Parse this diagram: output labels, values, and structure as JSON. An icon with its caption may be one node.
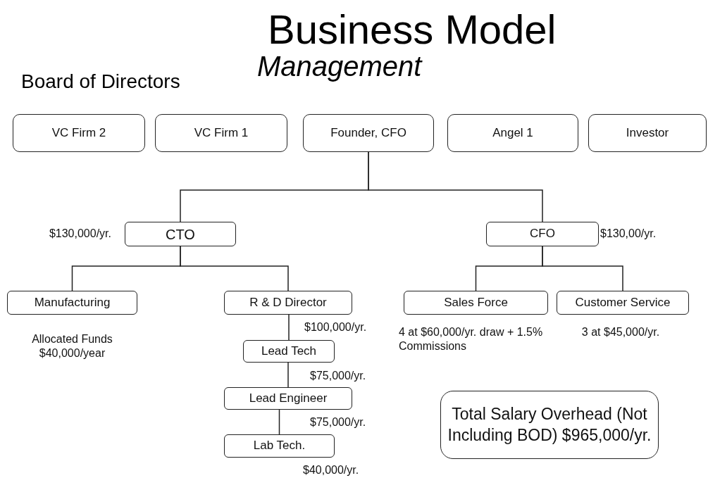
{
  "diagram": {
    "title": "Business Model",
    "nodes": [
      {
        "text": [
          "VC Firm 2"
        ]
      },
      {
        "text": [
          "VC Firm 1"
        ]
      },
      {
        "text": [
          "Founder, CFO"
        ]
      },
      {
        "text": [
          "Angel 1"
        ]
      },
      {
        "text": [
          "Investor"
        ]
      },
      {
        "text": [
          "CTO"
        ],
        "beside": [
          "$130,000/yr."
        ]
      },
      {
        "text": [
          "CFO"
        ],
        "beside": [
          "$130,00/yr."
        ]
      },
      {
        "text": [
          "Manufacturing"
        ],
        "beside": [
          "Allocated Funds $40,000/year"
        ]
      },
      {
        "text": [
          "R & D Director"
        ],
        "beside": [
          "$100,000/yr."
        ]
      },
      {
        "text": [
          "Sales Force"
        ],
        "beside": [
          "4 at $60,000/yr. draw + 1.5% Commissions"
        ]
      },
      {
        "text": [
          "Customer Service"
        ],
        "beside": [
          "3 at $45,000/yr."
        ]
      },
      {
        "text": [
          "Lead Tech"
        ],
        "beside": [
          "$75,000/yr."
        ]
      },
      {
        "text": [
          "Lead Engineer"
        ],
        "beside": [
          "$75,000/yr."
        ]
      },
      {
        "text": [
          "Lab Tech."
        ],
        "beside": [
          "$40,000/yr."
        ]
      },
      {
        "text": [
          "Total Salary Overhead (Not Including BOD) $965,000/yr."
        ]
      }
    ],
    "edges": [
      {
        "from": 2,
        "to": 5,
        "arrow": "none"
      },
      {
        "from": 2,
        "to": 6,
        "arrow": "none"
      },
      {
        "from": 5,
        "to": 7,
        "arrow": "none"
      },
      {
        "from": 5,
        "to": 8,
        "arrow": "none"
      },
      {
        "from": 6,
        "to": 9,
        "arrow": "none"
      },
      {
        "from": 6,
        "to": 10,
        "arrow": "none"
      },
      {
        "from": 8,
        "to": 11,
        "arrow": "none"
      },
      {
        "from": 11,
        "to": 12,
        "arrow": "none"
      },
      {
        "from": 12,
        "to": 13,
        "arrow": "none"
      }
    ],
    "labels": [
      "Management",
      "Board of Directors"
    ]
  }
}
